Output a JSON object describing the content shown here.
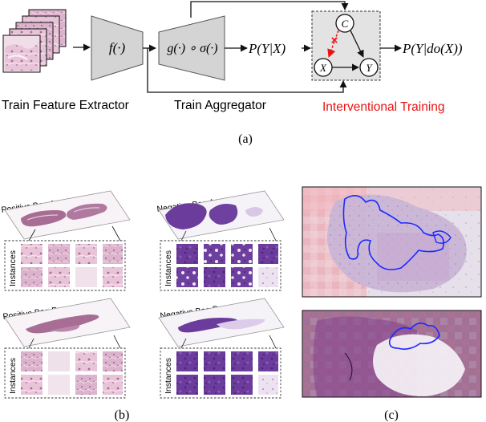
{
  "panel_a": {
    "f_block": "f(·)",
    "g_block": "g(·) ∘ σ(·)",
    "out_observational": "P(Y|X)",
    "out_interventional": "P(Y|do(X))",
    "node_c": "C",
    "node_x": "X",
    "node_y": "Y",
    "cut_mark": "×",
    "label_feature": "Train Feature Extractor",
    "label_aggregator": "Train Aggregator",
    "label_interventional": "Interventional Training",
    "caption": "(a)",
    "accent_color": "#ee1111"
  },
  "panel_b": {
    "bag_pos_a": "Positive Bag A",
    "bag_neg_a": "Negative Bag A",
    "bag_pos_b": "Positive Bag B",
    "bag_neg_b": "Negative Bag B",
    "instances_label": "Instances",
    "caption": "(b)",
    "positive_color": "#d8a5c8",
    "negative_color": "#6a3aa0"
  },
  "panel_c": {
    "caption": "(c)",
    "contour_color": "#1a2aff"
  }
}
